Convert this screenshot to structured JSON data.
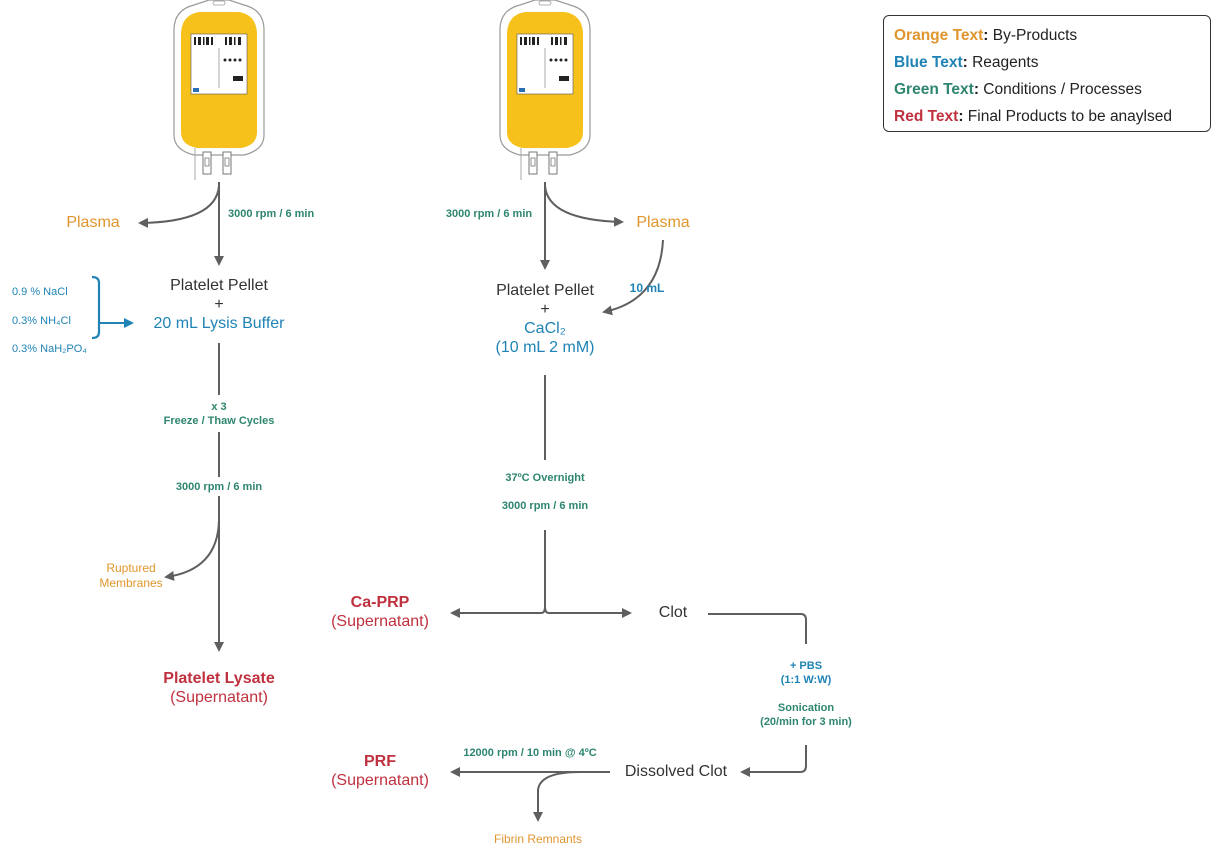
{
  "legend": {
    "items": [
      {
        "key": "Orange Text",
        "desc": "By-Products",
        "color": "#e0962f"
      },
      {
        "key": "Blue Text",
        "desc": "Reagents",
        "color": "#1f83b5"
      },
      {
        "key": "Green Text",
        "desc": "Conditions / Processes",
        "color": "#2e8570"
      },
      {
        "key": "Red Text",
        "desc": "Final Products to be anaylsed",
        "color": "#c0313f"
      }
    ]
  },
  "colors": {
    "arrow": "#5f5f5f",
    "bag_fill": "#f5c11a",
    "orange": "#e0962f",
    "blue": "#1f83b5",
    "green": "#2e8570",
    "red": "#c0313f"
  },
  "left_flow": {
    "bag_icon": "blood-bag-icon",
    "centrifuge_1": "3000 rpm / 6 min",
    "byproduct_1": "Plasma",
    "pellet": "Platelet Pellet",
    "plus": "+",
    "reagent": "20 mL Lysis Buffer",
    "buffer_components": [
      "0.9 % NaCl",
      "0.3% NH₄Cl",
      "0.3% NaH₂PO₄"
    ],
    "cycles_1": "x 3",
    "cycles_2": "Freeze / Thaw Cycles",
    "centrifuge_2": "3000 rpm / 6 min",
    "byproduct_2_line1": "Ruptured",
    "byproduct_2_line2": "Membranes",
    "product": "Platelet Lysate",
    "product_sub": "(Supernatant)"
  },
  "right_flow": {
    "bag_icon": "blood-bag-icon",
    "centrifuge_1": "3000 rpm / 6 min",
    "byproduct_1": "Plasma",
    "plasma_volume": "10 mL",
    "pellet": "Platelet Pellet",
    "plus": "+",
    "reagent": "CaCl₂",
    "reagent_sub": "(10 mL 2 mM)",
    "incubation": "37ºC Overnight",
    "centrifuge_2": "3000 rpm / 6 min",
    "product_1": "Ca-PRP",
    "product_1_sub": "(Supernatant)",
    "clot": "Clot",
    "pbs_1": "+ PBS",
    "pbs_2": "(1:1 W:W)",
    "sonication_1": "Sonication",
    "sonication_2": "(20/min for 3 min)",
    "dissolved": "Dissolved Clot",
    "centrifuge_3": "12000 rpm / 10 min @ 4ºC",
    "byproduct_2": "Fibrin Remnants",
    "product_2": "PRF",
    "product_2_sub": "(Supernatant)"
  }
}
